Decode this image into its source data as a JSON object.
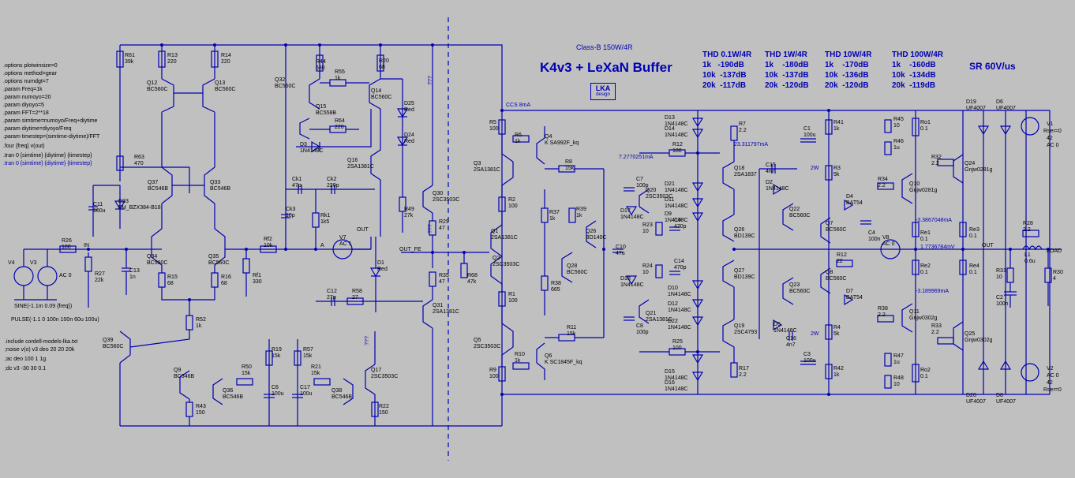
{
  "header": {
    "class_label": "Class-B 150W/4R",
    "title": "K4v3 + LeXaN Buffer",
    "logo_line1": "LKA",
    "logo_line2": "design",
    "slew_rate": "SR 60V/us"
  },
  "thd_table": [
    {
      "title": "THD 0.1W/4R",
      "rows": [
        "1k   -190dB",
        "10k  -137dB",
        "20k  -117dB"
      ]
    },
    {
      "title": "THD 1W/4R",
      "rows": [
        "1k    -180dB",
        "10k  -137dB",
        "20k  -120dB"
      ]
    },
    {
      "title": "THD 10W/4R",
      "rows": [
        "1k    -170dB",
        "10k  -136dB",
        "20k  -120dB"
      ]
    },
    {
      "title": "THD 100W/4R",
      "rows": [
        "1k    -160dB",
        "10k  -134dB",
        "20k  -119dB"
      ]
    }
  ],
  "spice_directives": [
    ".options plotwinsize=0",
    ".options method=gear",
    ".options numdgt=7",
    ".param Freq=1k",
    ".param numoyo=20",
    ".param diyoyo=5",
    ".param FFT=2**18",
    ".param simtime=numoyo/Freq+diytime",
    ".param diytime=diyoyo/Freq",
    ".param timestep=(simtime-diytime)/FFT",
    ".four {freq} v(out)"
  ],
  "tran_directives": [
    ".tran 0 {simtime} {diytime} {timestep}",
    ".tran 0 {simtime} {diytime} {timestep}"
  ],
  "model_directives": [
    ".include cordell-models-lka.txt",
    ";noise v(o) v3 deo 20 20 20k",
    ";ac deo 100 1 1g",
    ";dc v3 -30 30 0.1"
  ],
  "sources": {
    "v4": "V4",
    "v3": "V3",
    "ac0": "AC 0",
    "sine": "SINE(-1.1m 0.09 {freq})",
    "pulse": "PULSE(-1.1 0 100n 100n 60u 100u)",
    "v1": "V1",
    "v1_rser": "Rser=0",
    "v1_val": "42",
    "v1_ac": "AC 0",
    "v2": "V2",
    "v2_ac": "AC 0",
    "v2_val": "42",
    "v2_rser": "Rser=0"
  },
  "nets": {
    "in": "IN",
    "out": "OUT",
    "out_fe": "OUT_FE",
    "a": "A",
    "load": "LOAD",
    "ccs": "CCS 8mA",
    "probe1": "7.2770251mA",
    "probe2": "23.311797mA",
    "probe3": "-3.3867048mA",
    "probe4": "1.7736784mV",
    "probe5": "-3.189969mA",
    "qqq1": "???",
    "qqq2": "???",
    "qqq3": "???",
    "w2a": "2W",
    "w2b": "2W"
  },
  "parts": [
    {
      "ref": "R61",
      "val": "39k"
    },
    {
      "ref": "R13",
      "val": "220"
    },
    {
      "ref": "R14",
      "val": "220"
    },
    {
      "ref": "Q12",
      "val": "BC560C"
    },
    {
      "ref": "Q13",
      "val": "BC560C"
    },
    {
      "ref": "R63",
      "val": "470"
    },
    {
      "ref": "Q37",
      "val": "BC546B"
    },
    {
      "ref": "Q33",
      "val": "BC546B"
    },
    {
      "ref": "C11",
      "val": "100u"
    },
    {
      "ref": "D23",
      "val": "PH_BZX384-B18"
    },
    {
      "ref": "R26",
      "val": "100"
    },
    {
      "ref": "R27",
      "val": "22k"
    },
    {
      "ref": "C13",
      "val": "1n"
    },
    {
      "ref": "Q34",
      "val": "BC560C"
    },
    {
      "ref": "Q35",
      "val": "BC560C"
    },
    {
      "ref": "R15",
      "val": "68"
    },
    {
      "ref": "R16",
      "val": "68"
    },
    {
      "ref": "R52",
      "val": "1k"
    },
    {
      "ref": "Q39",
      "val": "BC560C"
    },
    {
      "ref": "Q9",
      "val": "BC546B"
    },
    {
      "ref": "R50",
      "val": "15k"
    },
    {
      "ref": "Q36",
      "val": "BC546B"
    },
    {
      "ref": "R43",
      "val": "150"
    },
    {
      "ref": "R19",
      "val": "15k"
    },
    {
      "ref": "C6",
      "val": "100u"
    },
    {
      "ref": "R57",
      "val": "15k"
    },
    {
      "ref": "R21",
      "val": "15k"
    },
    {
      "ref": "C17",
      "val": "100u"
    },
    {
      "ref": "Q38",
      "val": "BC546B"
    },
    {
      "ref": "Q17",
      "val": "2SC3503C"
    },
    {
      "ref": "R22",
      "val": "150"
    },
    {
      "ref": "R44",
      "val": "680"
    },
    {
      "ref": "Q32",
      "val": "BC560C"
    },
    {
      "ref": "R55",
      "val": "1k"
    },
    {
      "ref": "Q15",
      "val": "BC558B"
    },
    {
      "ref": "R64",
      "val": "220"
    },
    {
      "ref": "D3",
      "val": "1N4148C"
    },
    {
      "ref": "R20",
      "val": "68"
    },
    {
      "ref": "Q14",
      "val": "BC560C"
    },
    {
      "ref": "D25",
      "val": "Red"
    },
    {
      "ref": "D24",
      "val": "Red"
    },
    {
      "ref": "Q16",
      "val": "2SA1381C"
    },
    {
      "ref": "Ck1",
      "val": "47p"
    },
    {
      "ref": "Ck2",
      "val": "220p"
    },
    {
      "ref": "Ck3",
      "val": "10p"
    },
    {
      "ref": "Rk1",
      "val": "1k5"
    },
    {
      "ref": "Rf2",
      "val": "10k"
    },
    {
      "ref": "Rf1",
      "val": "330"
    },
    {
      "ref": "V7",
      "val": "AC 1"
    },
    {
      "ref": "R49",
      "val": "27k"
    },
    {
      "ref": "D1",
      "val": "Red"
    },
    {
      "ref": "C12",
      "val": "27p"
    },
    {
      "ref": "R58",
      "val": "27"
    },
    {
      "ref": "Q30",
      "val": "2SC3503C"
    },
    {
      "ref": "R29",
      "val": "47"
    },
    {
      "ref": "R35",
      "val": "47"
    },
    {
      "ref": "Q31",
      "val": "2SA1381C"
    },
    {
      "ref": "R68",
      "val": "47k"
    },
    {
      "ref": "R5",
      "val": "100"
    },
    {
      "ref": "R6",
      "val": "1k"
    },
    {
      "ref": "Q4",
      "val": "K SA992F_kq"
    },
    {
      "ref": "Q3",
      "val": "2SA1381C"
    },
    {
      "ref": "R8",
      "val": "15k"
    },
    {
      "ref": "R2",
      "val": "100"
    },
    {
      "ref": "Q1",
      "val": "2SA1381C"
    },
    {
      "ref": "Q2",
      "val": "2SC3503C"
    },
    {
      "ref": "R1",
      "val": "100"
    },
    {
      "ref": "R37",
      "val": "1k"
    },
    {
      "ref": "R39",
      "val": "1k"
    },
    {
      "ref": "Q26",
      "val": "BD140C"
    },
    {
      "ref": "Q28",
      "val": "BC560C"
    },
    {
      "ref": "R38",
      "val": "665"
    },
    {
      "ref": "C10",
      "val": "47u"
    },
    {
      "ref": "Q5",
      "val": "2SC3503C"
    },
    {
      "ref": "R9",
      "val": "100"
    },
    {
      "ref": "R10",
      "val": "1k"
    },
    {
      "ref": "Q6",
      "val": "K SC1845F_kq"
    },
    {
      "ref": "R11",
      "val": "15k"
    },
    {
      "ref": "R12",
      "val": "100"
    },
    {
      "ref": "C7",
      "val": "100p"
    },
    {
      "ref": "Q20",
      "val": "2SC3503C"
    },
    {
      "ref": "D17",
      "val": "1N4148C"
    },
    {
      "ref": "R23",
      "val": "10"
    },
    {
      "ref": "C9",
      "val": "470p"
    },
    {
      "ref": "C14",
      "val": "470p"
    },
    {
      "ref": "R24",
      "val": "10"
    },
    {
      "ref": "D18",
      "val": "1N4148C"
    },
    {
      "ref": "Q21",
      "val": "2SA1381C"
    },
    {
      "ref": "C8",
      "val": "100p"
    },
    {
      "ref": "R25",
      "val": "100"
    },
    {
      "ref": "D13",
      "val": "1N4148C"
    },
    {
      "ref": "D14",
      "val": "1N4148C"
    },
    {
      "ref": "D21",
      "val": "1N4148C"
    },
    {
      "ref": "D11",
      "val": "1N4148C"
    },
    {
      "ref": "D9",
      "val": "1N4148C"
    },
    {
      "ref": "D10",
      "val": "1N4148C"
    },
    {
      "ref": "D12",
      "val": "1N4148C"
    },
    {
      "ref": "D22",
      "val": "1N4148C"
    },
    {
      "ref": "D15",
      "val": "1N4148C"
    },
    {
      "ref": "D16",
      "val": "1N4148C"
    },
    {
      "ref": "R7",
      "val": "2.2"
    },
    {
      "ref": "Q18",
      "val": "2SA1837"
    },
    {
      "ref": "Q26b",
      "val": "BD139C"
    },
    {
      "ref": "Q27",
      "val": "BD139C"
    },
    {
      "ref": "Q19",
      "val": "2SC4793"
    },
    {
      "ref": "R17",
      "val": "2.2"
    },
    {
      "ref": "C15",
      "val": "4n7"
    },
    {
      "ref": "D2",
      "val": "1N4148C"
    },
    {
      "ref": "Q22",
      "val": "BC560C"
    },
    {
      "ref": "D4",
      "val": "BAT54"
    },
    {
      "ref": "Q7",
      "val": "BC560C"
    },
    {
      "ref": "C4",
      "val": "100n"
    },
    {
      "ref": "Q23",
      "val": "BC560C"
    },
    {
      "ref": "Q8",
      "val": "BC560C"
    },
    {
      "ref": "R12b",
      "val": "22"
    },
    {
      "ref": "D7",
      "val": "BAT54"
    },
    {
      "ref": "D5",
      "val": "1N4148C"
    },
    {
      "ref": "C16",
      "val": "4n7"
    },
    {
      "ref": "C1",
      "val": "100u"
    },
    {
      "ref": "R41",
      "val": "1k"
    },
    {
      "ref": "R3",
      "val": "5k"
    },
    {
      "ref": "R4",
      "val": "5k"
    },
    {
      "ref": "C3",
      "val": "100u"
    },
    {
      "ref": "R42",
      "val": "1k"
    },
    {
      "ref": "R45",
      "val": "10"
    },
    {
      "ref": "Ro1",
      "val": "0.1"
    },
    {
      "ref": "R46",
      "val": "1u"
    },
    {
      "ref": "R32",
      "val": "2.2"
    },
    {
      "ref": "Q24",
      "val": "Gnjw0281g"
    },
    {
      "ref": "R34",
      "val": "2.2"
    },
    {
      "ref": "Q10",
      "val": "Gnjw0281g"
    },
    {
      "ref": "V8",
      "val": "AC 0"
    },
    {
      "ref": "Re1",
      "val": "0.1"
    },
    {
      "ref": "Re3",
      "val": "0.1"
    },
    {
      "ref": "Re2",
      "val": "0.1"
    },
    {
      "ref": "Re4",
      "val": "0.1"
    },
    {
      "ref": "Q11",
      "val": "Gnjw0302g"
    },
    {
      "ref": "R38b",
      "val": "2.2"
    },
    {
      "ref": "R33",
      "val": "2.2"
    },
    {
      "ref": "Q25",
      "val": "Gnjw0302g"
    },
    {
      "ref": "R47",
      "val": "1u"
    },
    {
      "ref": "R48",
      "val": "10"
    },
    {
      "ref": "Ro2",
      "val": "0.1"
    },
    {
      "ref": "D19",
      "val": "UF4007"
    },
    {
      "ref": "D6",
      "val": "UF4007"
    },
    {
      "ref": "D20",
      "val": "UF4007"
    },
    {
      "ref": "D8",
      "val": "UF4007"
    },
    {
      "ref": "R28",
      "val": "2.2"
    },
    {
      "ref": "L1",
      "val": "0.6u"
    },
    {
      "ref": "R31",
      "val": "10"
    },
    {
      "ref": "C2",
      "val": "100n"
    },
    {
      "ref": "R30",
      "val": "4"
    }
  ]
}
